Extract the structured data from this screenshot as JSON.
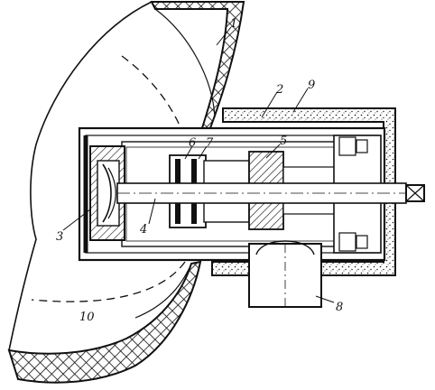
{
  "figure": {
    "callouts": [
      {
        "id": "c1",
        "label": "1"
      },
      {
        "id": "c2",
        "label": "2"
      },
      {
        "id": "c3",
        "label": "3"
      },
      {
        "id": "c4",
        "label": "4"
      },
      {
        "id": "c5",
        "label": "5"
      },
      {
        "id": "c6",
        "label": "6"
      },
      {
        "id": "c7",
        "label": "7"
      },
      {
        "id": "c8",
        "label": "8"
      },
      {
        "id": "c9",
        "label": "9"
      },
      {
        "id": "c10",
        "label": "10"
      }
    ]
  },
  "colors": {
    "ink": "#111111",
    "paper": "#ffffff",
    "insulation_fill": "#cfcfcf"
  }
}
